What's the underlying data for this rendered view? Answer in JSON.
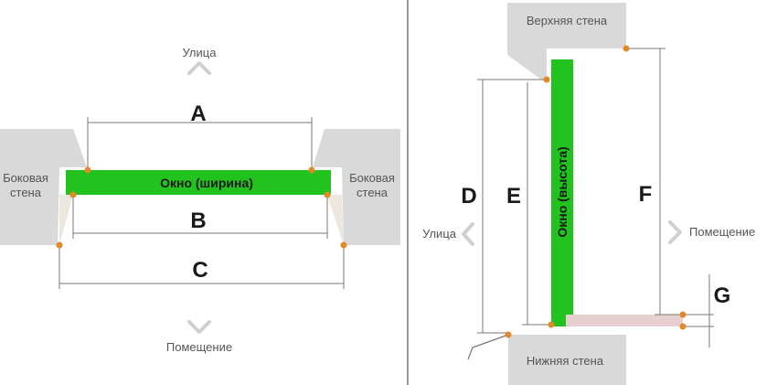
{
  "left_panel": {
    "street_label": "Улица",
    "room_label": "Помещение",
    "side_wall_left": [
      "Боковая",
      "стена"
    ],
    "side_wall_right": [
      "Боковая",
      "стена"
    ],
    "window_label": "Окно (ширина)",
    "dim_a": "A",
    "dim_b": "B",
    "dim_c": "C"
  },
  "right_panel": {
    "top_wall_label": "Верхняя стена",
    "bottom_wall_label": "Нижняя стена",
    "street_label": "Улица",
    "room_label": "Помещение",
    "window_label": "Окно (высота)",
    "dim_d": "D",
    "dim_e": "E",
    "dim_f": "F",
    "dim_g": "G"
  },
  "colors": {
    "window_green": "#22c31f",
    "wall_gray": "#d9d9d9",
    "marker_orange": "#e08a2a",
    "sill_pink": "#e8cfcf",
    "divider": "#777777"
  }
}
